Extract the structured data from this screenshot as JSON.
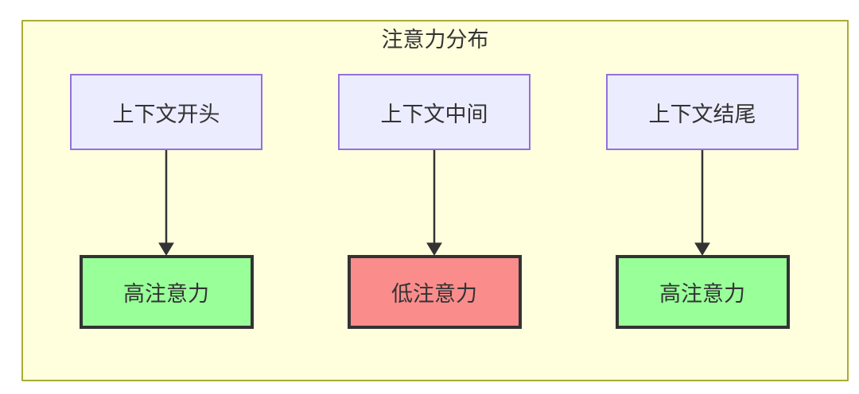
{
  "diagram": {
    "title": "注意力分布",
    "columns": [
      {
        "source": "上下文开头",
        "target": "高注意力",
        "target_type": "high"
      },
      {
        "source": "上下文中间",
        "target": "低注意力",
        "target_type": "low"
      },
      {
        "source": "上下文结尾",
        "target": "高注意力",
        "target_type": "high"
      }
    ],
    "colors": {
      "container_fill": "#ffffde",
      "container_border": "#aaaa33",
      "node_fill": "#ececff",
      "node_border": "#9370db",
      "high_fill": "#99ff99",
      "low_fill": "#fa8c8c",
      "result_border": "#333333",
      "edge_color": "#333333",
      "text_color": "#333333"
    }
  }
}
